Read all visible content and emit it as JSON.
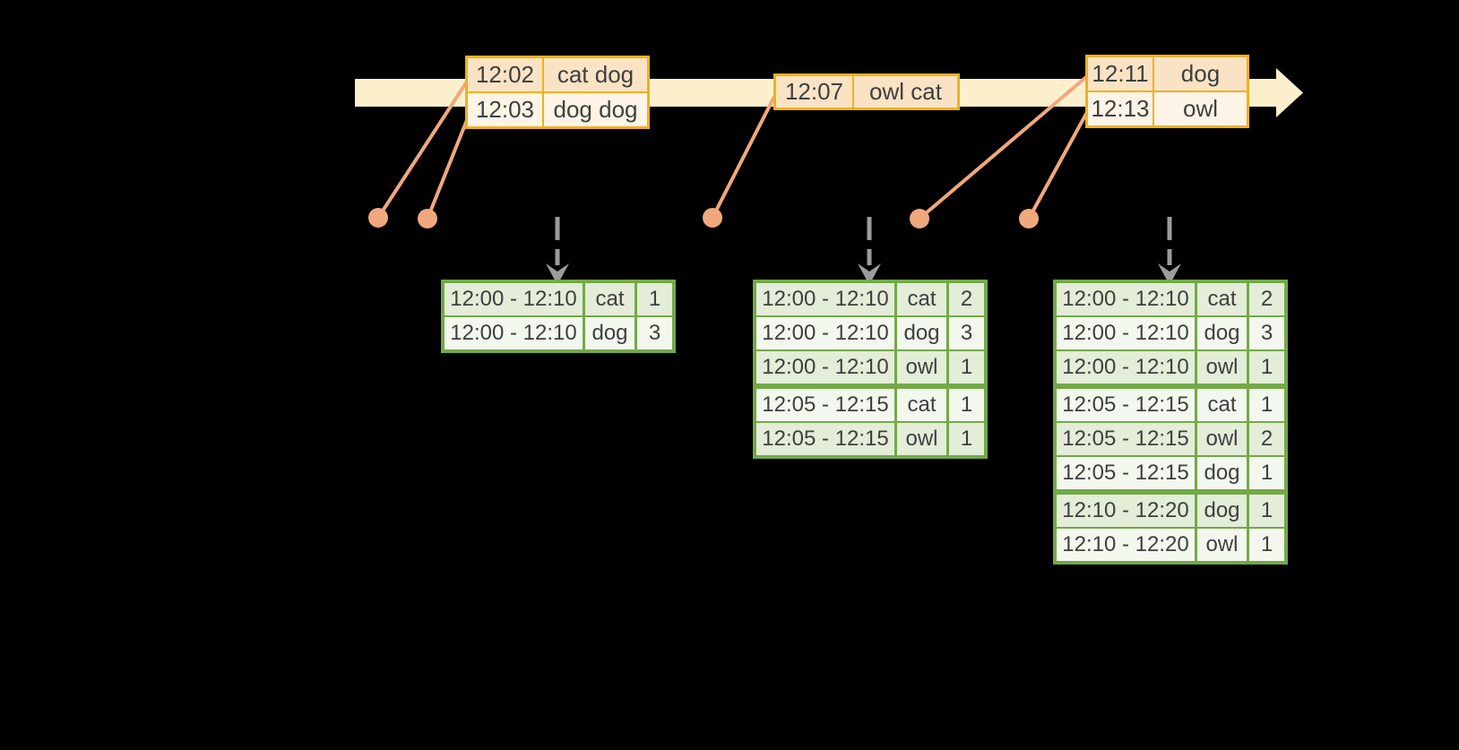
{
  "colors": {
    "background": "#000000",
    "timeline_bar": "#FCF0CC",
    "event_border": "#F0B11D",
    "event_fill_dark": "#FAE3C5",
    "event_fill_light": "#FDF4E7",
    "connector_orange": "#F0A87E",
    "result_border_green": "#73A948",
    "result_fill_dark": "#E3EDD8",
    "result_fill_light": "#F3F8EE",
    "trigger_arrow_gray": "#9C9C9C",
    "text": "#3F3F3F"
  },
  "timeline_events": [
    {
      "rows": [
        {
          "time": "12:02",
          "words": "cat dog"
        },
        {
          "time": "12:03",
          "words": "dog dog"
        }
      ]
    },
    {
      "rows": [
        {
          "time": "12:07",
          "words": "owl cat"
        }
      ]
    },
    {
      "rows": [
        {
          "time": "12:11",
          "words": "dog"
        },
        {
          "time": "12:13",
          "words": "owl"
        }
      ]
    }
  ],
  "result_tables": [
    {
      "groups": [
        {
          "rows": [
            {
              "window": "12:00 - 12:10",
              "word": "cat",
              "count": "1"
            },
            {
              "window": "12:00 - 12:10",
              "word": "dog",
              "count": "3"
            }
          ]
        }
      ]
    },
    {
      "groups": [
        {
          "rows": [
            {
              "window": "12:00 - 12:10",
              "word": "cat",
              "count": "2"
            },
            {
              "window": "12:00 - 12:10",
              "word": "dog",
              "count": "3"
            },
            {
              "window": "12:00 - 12:10",
              "word": "owl",
              "count": "1"
            }
          ]
        },
        {
          "rows": [
            {
              "window": "12:05 - 12:15",
              "word": "cat",
              "count": "1"
            },
            {
              "window": "12:05 - 12:15",
              "word": "owl",
              "count": "1"
            }
          ]
        }
      ]
    },
    {
      "groups": [
        {
          "rows": [
            {
              "window": "12:00 - 12:10",
              "word": "cat",
              "count": "2"
            },
            {
              "window": "12:00 - 12:10",
              "word": "dog",
              "count": "3"
            },
            {
              "window": "12:00 - 12:10",
              "word": "owl",
              "count": "1"
            }
          ]
        },
        {
          "rows": [
            {
              "window": "12:05 - 12:15",
              "word": "cat",
              "count": "1"
            },
            {
              "window": "12:05 - 12:15",
              "word": "owl",
              "count": "2"
            },
            {
              "window": "12:05 - 12:15",
              "word": "dog",
              "count": "1"
            }
          ]
        },
        {
          "rows": [
            {
              "window": "12:10 - 12:20",
              "word": "dog",
              "count": "1"
            },
            {
              "window": "12:10 - 12:20",
              "word": "owl",
              "count": "1"
            }
          ]
        }
      ]
    }
  ]
}
